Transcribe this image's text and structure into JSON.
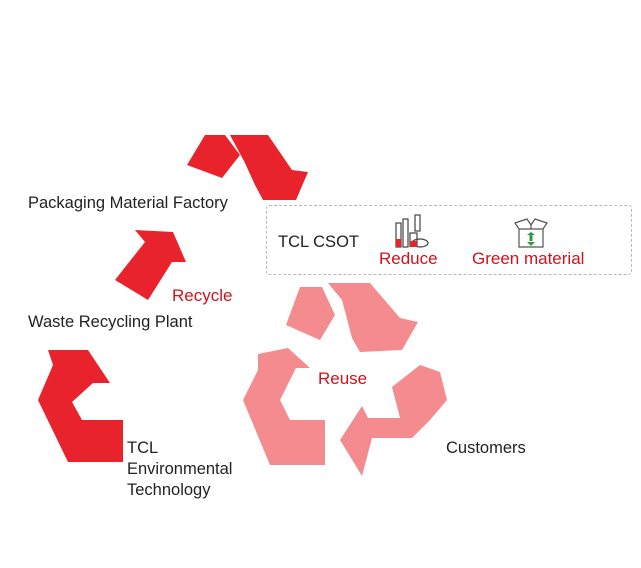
{
  "colors": {
    "dark_red": "#e8232b",
    "light_red": "#f38b8f",
    "text_red": "#d0121b"
  },
  "labels": {
    "packaging_factory": "Packaging Material Factory",
    "waste_plant": "Waste Recycling Plant",
    "tcl_env_line1": "TCL",
    "tcl_env_line2": "Environmental",
    "tcl_env_line3": "Technology",
    "customers": "Customers",
    "recycle": "Recycle",
    "reuse": "Reuse"
  },
  "csot_box": {
    "title": "TCL CSOT",
    "reduce_label": "Reduce",
    "reduce_icon": "factory-icon",
    "green_label": "Green material",
    "green_icon": "box-recycle-icon"
  }
}
